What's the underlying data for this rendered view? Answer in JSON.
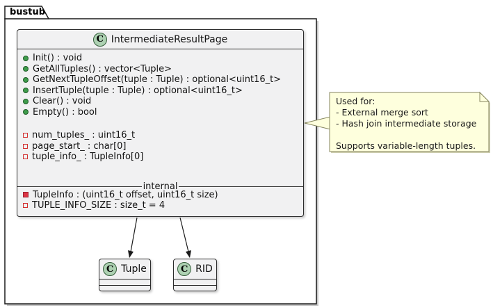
{
  "package": {
    "name": "bustub"
  },
  "main_class": {
    "badge": "C",
    "name": "IntermediateResultPage",
    "methods": [
      "Init() : void",
      "GetAllTuples() : vector<Tuple>",
      "GetNextTupleOffset(tuple : Tuple) : optional<uint16_t>",
      "InsertTuple(tuple : Tuple) : optional<uint16_t>",
      "Clear() : void",
      "Empty() : bool"
    ],
    "fields": [
      "num_tuples_ : uint16_t",
      "page_start_ : char[0]",
      "tuple_info_ : TupleInfo[0]"
    ],
    "separator_label": "internal",
    "internal_members": [
      "TupleInfo : (uint16_t offset, uint16_t size)",
      "TUPLE_INFO_SIZE : size_t = 4"
    ]
  },
  "note": {
    "lines": [
      "Used for:",
      "- External merge sort",
      "- Hash join intermediate storage",
      "",
      "Supports variable-length tuples."
    ]
  },
  "tuple_class": {
    "badge": "C",
    "name": "Tuple"
  },
  "rid_class": {
    "badge": "C",
    "name": "RID"
  },
  "colors": {
    "class_fill": "#F1F1F2",
    "class_border": "#2B2B2B",
    "note_fill": "#FEFFDD",
    "note_border": "#86865F",
    "method_icon_green": "#3E9C4B",
    "field_icon_red": "#DC3545",
    "badge_fill": "#ADD1B2"
  }
}
